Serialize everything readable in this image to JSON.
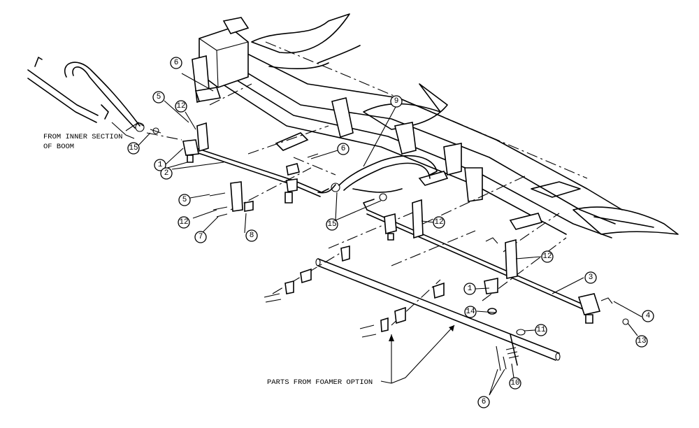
{
  "notes": {
    "inner_section_line1": "FROM INNER SECTION",
    "inner_section_line2": "OF BOOM",
    "foamer": "PARTS FROM FOAMER OPTION"
  },
  "callouts": [
    {
      "id": "c1a",
      "label": "1"
    },
    {
      "id": "c2",
      "label": "2"
    },
    {
      "id": "c5a",
      "label": "5"
    },
    {
      "id": "c5b",
      "label": "5"
    },
    {
      "id": "c6a",
      "label": "6"
    },
    {
      "id": "c6b",
      "label": "6"
    },
    {
      "id": "c6c",
      "label": "6"
    },
    {
      "id": "c7",
      "label": "7"
    },
    {
      "id": "c8",
      "label": "8"
    },
    {
      "id": "c9",
      "label": "9"
    },
    {
      "id": "c12a",
      "label": "12"
    },
    {
      "id": "c12b",
      "label": "12"
    },
    {
      "id": "c12c",
      "label": "12"
    },
    {
      "id": "c12d",
      "label": "12"
    },
    {
      "id": "c15a",
      "label": "15"
    },
    {
      "id": "c15b",
      "label": "15"
    },
    {
      "id": "c1b",
      "label": "1"
    },
    {
      "id": "c3",
      "label": "3"
    },
    {
      "id": "c4",
      "label": "4"
    },
    {
      "id": "c10",
      "label": "10"
    },
    {
      "id": "c11",
      "label": "11"
    },
    {
      "id": "c13",
      "label": "13"
    },
    {
      "id": "c14",
      "label": "14"
    }
  ]
}
